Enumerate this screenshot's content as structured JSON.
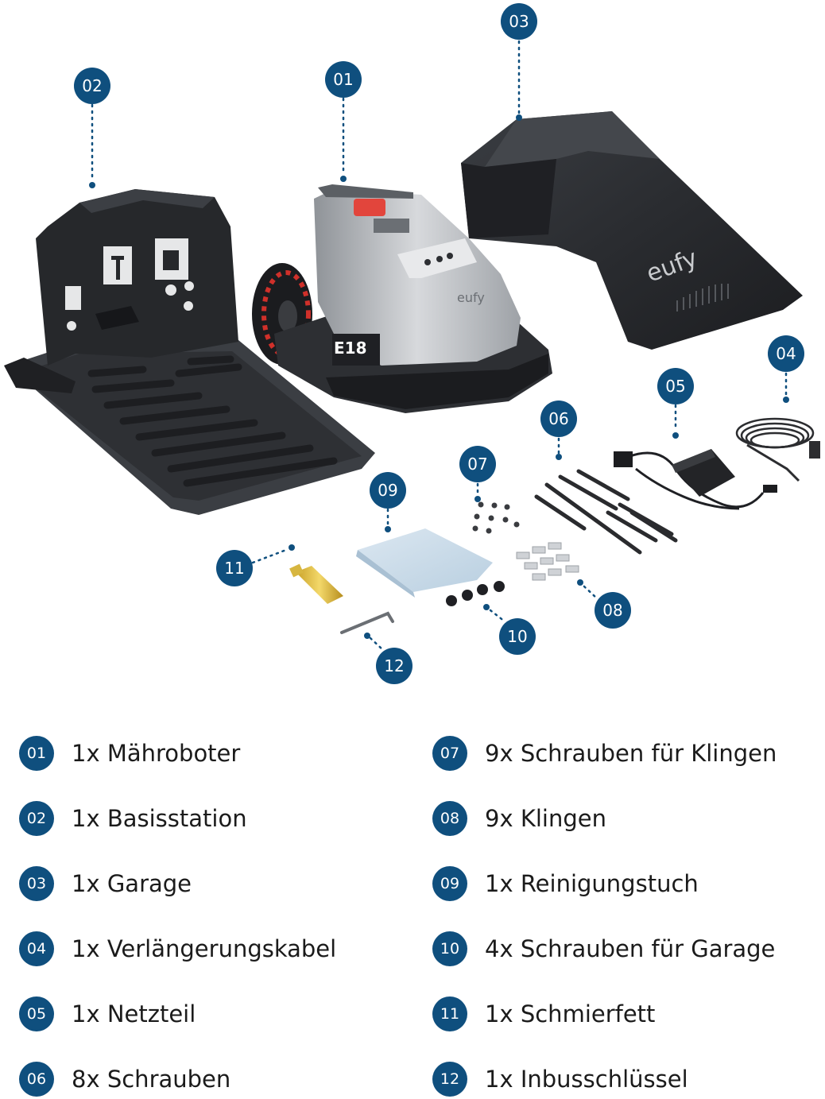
{
  "brand": {
    "accent": "#0f4f7e",
    "logo_text": "eufy",
    "model_text": "E18"
  },
  "badges": [
    "01",
    "02",
    "03",
    "04",
    "05",
    "06",
    "07",
    "08",
    "09",
    "10",
    "11",
    "12"
  ],
  "items": [
    {
      "num": "01",
      "label": "1x Mähroboter",
      "icon": "lawn-mower-robot"
    },
    {
      "num": "02",
      "label": "1x Basisstation",
      "icon": "base-station"
    },
    {
      "num": "03",
      "label": "1x Garage",
      "icon": "garage-cover"
    },
    {
      "num": "04",
      "label": "1x Verlängerungskabel",
      "icon": "extension-cable"
    },
    {
      "num": "05",
      "label": "1x Netzteil",
      "icon": "power-adapter"
    },
    {
      "num": "06",
      "label": "8x Schrauben",
      "icon": "ground-screws"
    },
    {
      "num": "07",
      "label": "9x Schrauben für Klingen",
      "icon": "blade-screws"
    },
    {
      "num": "08",
      "label": "9x Klingen",
      "icon": "blades"
    },
    {
      "num": "09",
      "label": "1x Reinigungstuch",
      "icon": "cleaning-cloth"
    },
    {
      "num": "10",
      "label": "4x Schrauben für Garage",
      "icon": "garage-screws"
    },
    {
      "num": "11",
      "label": "1x Schmierfett",
      "icon": "grease-tube"
    },
    {
      "num": "12",
      "label": "1x Inbusschlüssel",
      "icon": "allen-key"
    }
  ]
}
